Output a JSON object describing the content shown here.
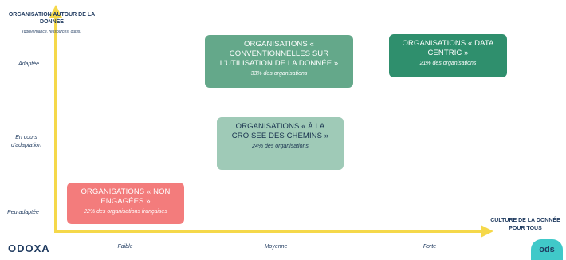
{
  "y_axis": {
    "title": "ORGANISATION AUTOUR DE LA DONNÉE",
    "subtitle": "(gouvernance, ressources, outils)",
    "ticks": [
      "Adaptée",
      "En cours d'adaptation",
      "Peu adaptée"
    ]
  },
  "x_axis": {
    "title": "CULTURE DE LA DONNÉE POUR TOUS",
    "ticks": [
      "Faible",
      "Moyenne",
      "Forte"
    ]
  },
  "segments": [
    {
      "title": "ORGANISATIONS « CONVENTIONNELLES SUR L'UTILISATION DE LA DONNÉE »",
      "share": "33% des organisations"
    },
    {
      "title": "ORGANISATIONS « DATA CENTRIC »",
      "share": "21% des organisations"
    },
    {
      "title": "ORGANISATIONS « À LA CROISÉE DES CHEMINS »",
      "share": "24% des organisations"
    },
    {
      "title": "ORGANISATIONS « NON ENGAGÉES »",
      "share": "22% des organisations françaises"
    }
  ],
  "logos": {
    "left": "ODOXA",
    "right": "ods"
  },
  "colors": {
    "axis": "#f5d84a",
    "conventionnelles": "#64a88a",
    "data_centric": "#2f8f6d",
    "croisee": "#9fcab7",
    "non_engagees": "#f37c7c"
  }
}
